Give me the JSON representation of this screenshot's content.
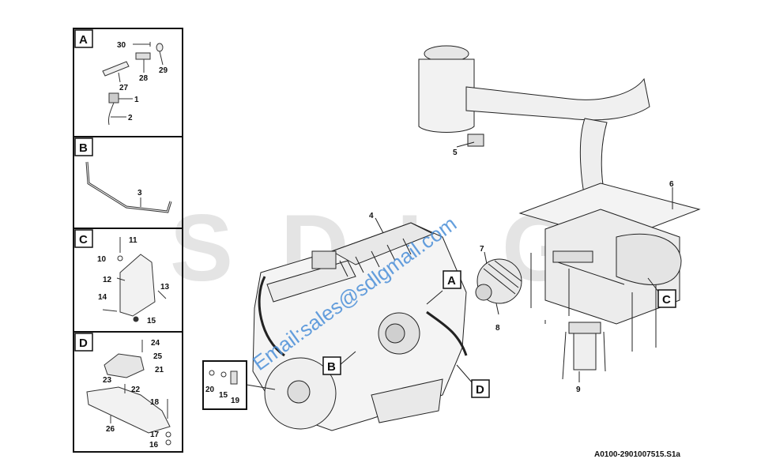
{
  "watermark": {
    "brand": "SDLG",
    "email": "Email:sales@sdlgmail.com"
  },
  "reference_code": "A0100-2901007515.S1a",
  "detail_panels": [
    {
      "letter": "A",
      "callouts": [
        "30",
        "29",
        "27",
        "28",
        "1",
        "2"
      ]
    },
    {
      "letter": "B",
      "callouts": [
        "3"
      ]
    },
    {
      "letter": "C",
      "callouts": [
        "11",
        "10",
        "12",
        "13",
        "14",
        "15"
      ]
    },
    {
      "letter": "D",
      "callouts": [
        "24",
        "25",
        "21",
        "23",
        "22",
        "18",
        "26",
        "17",
        "16"
      ]
    }
  ],
  "view_tags": [
    "A",
    "B",
    "C",
    "D"
  ],
  "main_callouts": {
    "c4": "4",
    "c5": "5",
    "c6": "6",
    "c7": "7",
    "c8": "8",
    "c9": "9",
    "c20": "20",
    "c15": "15",
    "c19": "19"
  }
}
